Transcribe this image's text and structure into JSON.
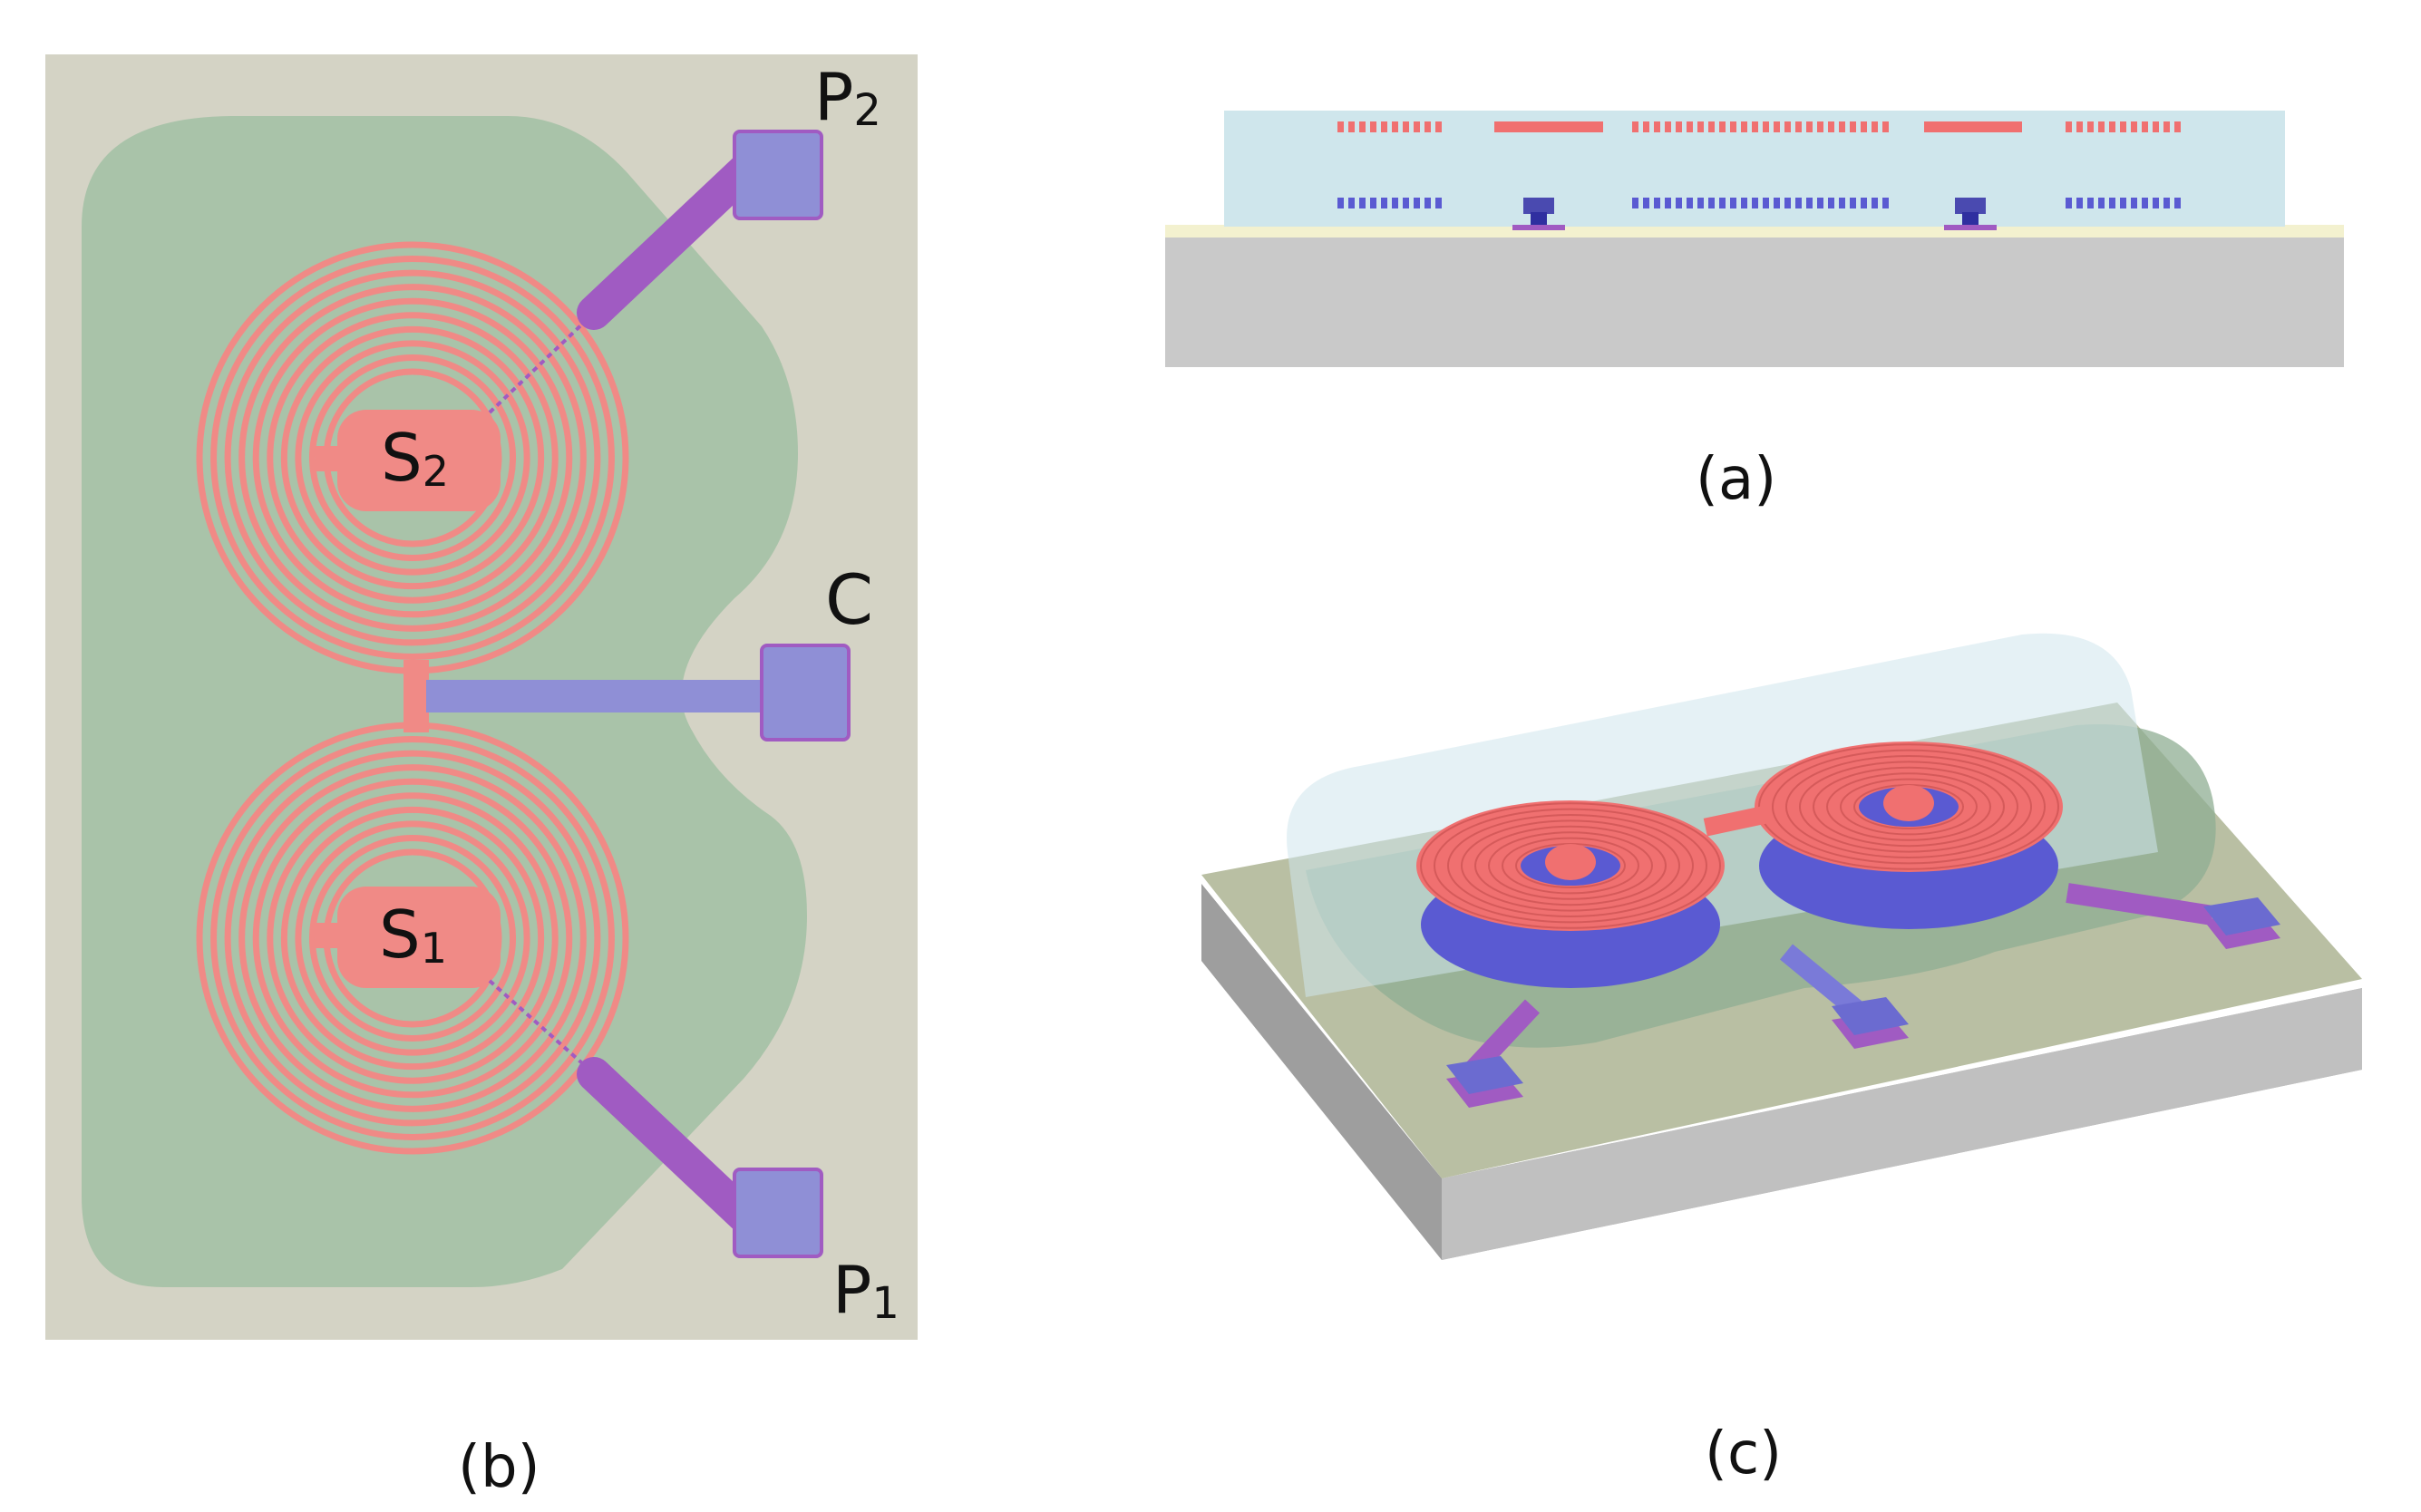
{
  "figure": {
    "panels": [
      {
        "id": "a",
        "caption": "(a)",
        "view": "cross-section"
      },
      {
        "id": "b",
        "caption": "(b)",
        "view": "top-view layout"
      },
      {
        "id": "c",
        "caption": "(c)",
        "view": "3D perspective"
      }
    ],
    "labels": {
      "P2": {
        "main": "P",
        "sub": "2"
      },
      "C": {
        "main": "C",
        "sub": ""
      },
      "P1": {
        "main": "P",
        "sub": "1"
      },
      "S2": {
        "main": "S",
        "sub": "2"
      },
      "S1": {
        "main": "S",
        "sub": "1"
      }
    },
    "colors": {
      "substrate": "#d4d3c5",
      "green_region": "#a9c3a9",
      "coil_red": "#f08a86",
      "pad_blue": "#8f8fd6",
      "trace_purple": "#a05bc2",
      "dielectric": "#cfe6ec",
      "chip_grey": "#c9c9c9"
    }
  }
}
